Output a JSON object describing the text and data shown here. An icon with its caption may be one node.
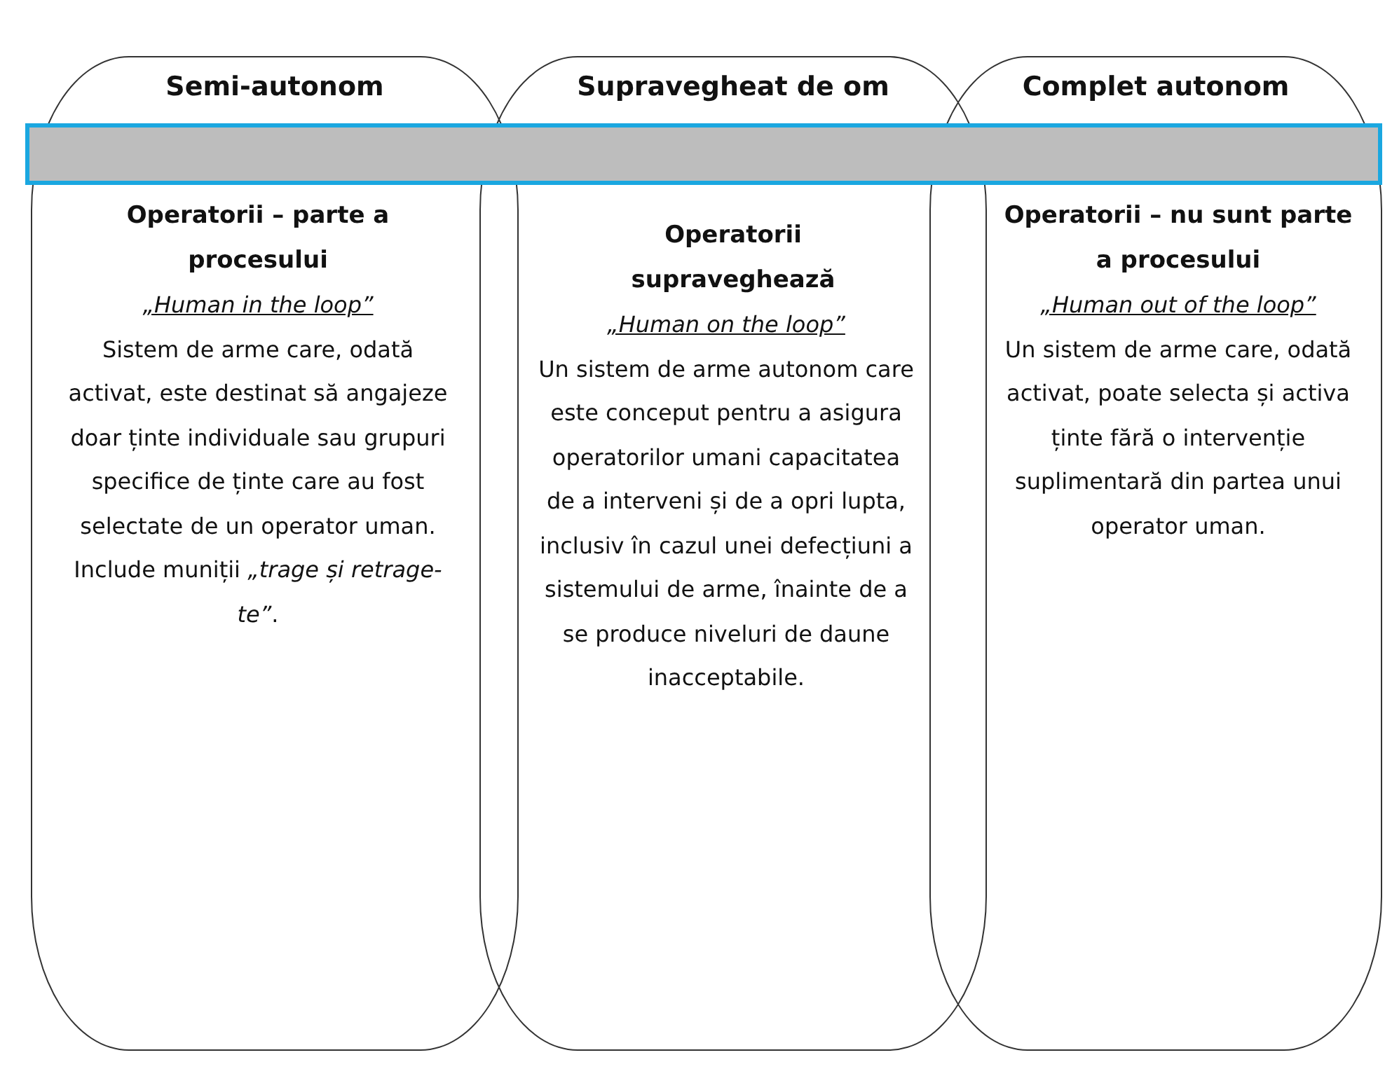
{
  "diagram": {
    "nodes": [
      {
        "text": [
          "Semi-autonom",
          "Operatorii – parte a procesului",
          "„Human in the loop”",
          "Sistem de arme care, odată activat, este destinat să angajeze doar ținte individuale sau grupuri specifice de ținte care au fost selectate de un operator uman.",
          "Include muniții *„trage și retrage-te”*."
        ]
      },
      {
        "text": [
          "Supravegheat de om",
          "Operatorii supraveghează",
          "„Human on the loop”",
          "Un sistem de arme autonom care este conceput pentru a asigura operatorilor umani capacitatea de a interveni și de a opri lupta, inclusiv în cazul unei defecțiuni a sistemului de arme, înainte de a se produce niveluri de daune inacceptabile."
        ]
      },
      {
        "text": [
          "Complet autonom",
          "Operatorii – nu sunt parte a procesului",
          "„Human out of the loop”",
          "Un sistem de arme care, odată activat, poate selecta și activa ținte fără o intervenție suplimentară din partea unui operator uman."
        ]
      },
      {
        "text": [],
        "shape": "bar"
      }
    ],
    "edges": []
  }
}
